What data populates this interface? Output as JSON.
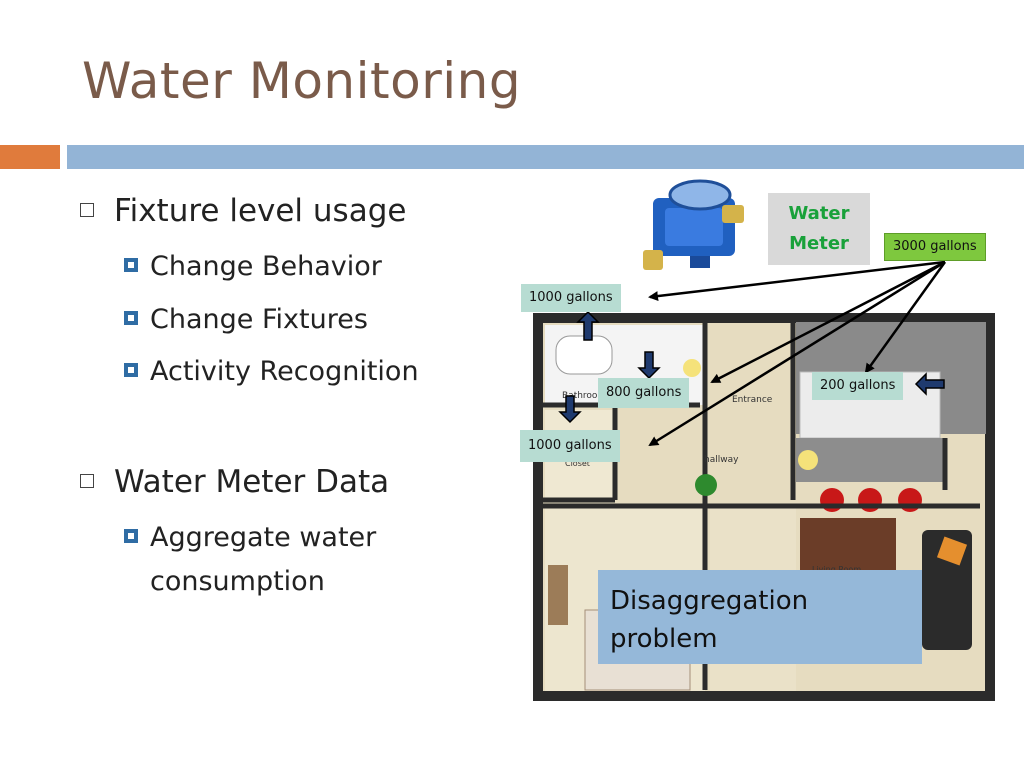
{
  "slide": {
    "title": "Water Monitoring"
  },
  "bullets": {
    "fixture_level_usage": "Fixture level usage",
    "change_behavior": "Change Behavior",
    "change_fixtures": "Change Fixtures",
    "activity_recognition": "Activity Recognition",
    "water_meter_data": "Water Meter Data",
    "aggregate_line1": "Aggregate water",
    "aggregate_line2": "consumption"
  },
  "figure": {
    "meter_label_line1": "Water",
    "meter_label_line2": "Meter",
    "total_tag": "3000 gallons",
    "tag_top_left": "1000 gallons",
    "tag_bathroom": "800 gallons",
    "tag_kitchen": "200 gallons",
    "tag_bottom_left": "1000 gallons",
    "room_labels": {
      "bathroom": "Bathroom",
      "entrance": "Entrance",
      "hallway": "hallway",
      "closet": "Closet",
      "living_room": "Living Room"
    },
    "callout_line1": "Disaggregation",
    "callout_line2": "problem"
  },
  "colors": {
    "title": "#7a5b4a",
    "accent_orange": "#e07b3c",
    "accent_blue": "#93b4d6",
    "bullet_blue": "#2f6ca4",
    "meter_text_green": "#19a13a",
    "tag_green": "#7ec83e",
    "tag_teal": "#b7dcd2",
    "callout_blue": "#95b8d9"
  },
  "icons": {
    "level1_bullet": "hollow-square-icon",
    "level2_bullet": "filled-square-bullet-icon",
    "meter": "water-meter-icon",
    "lightbulb": "lightbulb-icon",
    "plant": "plant-icon"
  }
}
